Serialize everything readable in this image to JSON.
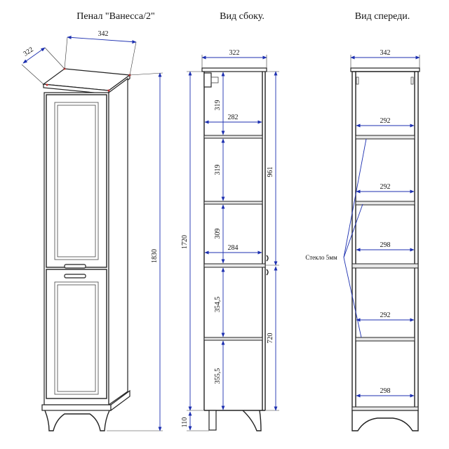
{
  "titles": {
    "main": "Пенал \"Ванесса/2\"",
    "side": "Вид сбоку.",
    "front": "Вид спереди."
  },
  "perspective": {
    "width": "342",
    "depth": "322",
    "height": "1830"
  },
  "side_view": {
    "top_width": "322",
    "total_height": "1720",
    "leg_height": "110",
    "upper_door": "961",
    "lower_door": "720",
    "shelf_widths": [
      "282",
      "284"
    ],
    "shelf_gaps": [
      "319",
      "319",
      "309",
      "354,5",
      "355,5"
    ]
  },
  "front_view": {
    "top_width": "342",
    "shelf_widths": [
      "292",
      "292",
      "298",
      "292",
      "298"
    ],
    "glass_label": "Стекло 5мм"
  }
}
